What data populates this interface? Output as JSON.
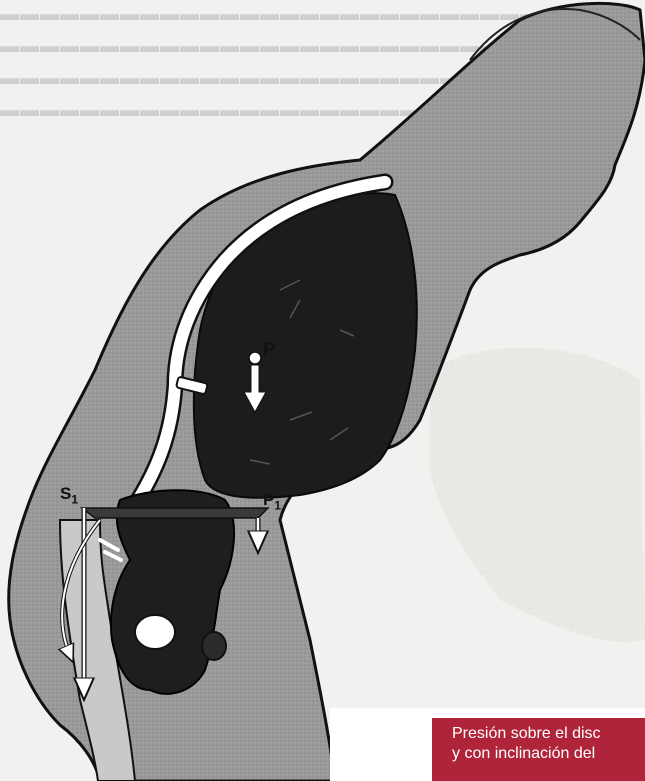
{
  "labels": {
    "point_p": "P",
    "s1_main": "S",
    "s1_sub": "1",
    "p1_main": "P",
    "p1_sub": "1"
  },
  "caption": {
    "line1": "Presión sobre el disc",
    "line2": "y con inclinación del"
  },
  "colors": {
    "body_fill": "#9a9a9a",
    "outline": "#111111",
    "cavity_fill": "#1c1c1c",
    "background_paper": "#f2f1ef",
    "caption_bg": "#b0243a",
    "caption_text": "#ffffff"
  }
}
